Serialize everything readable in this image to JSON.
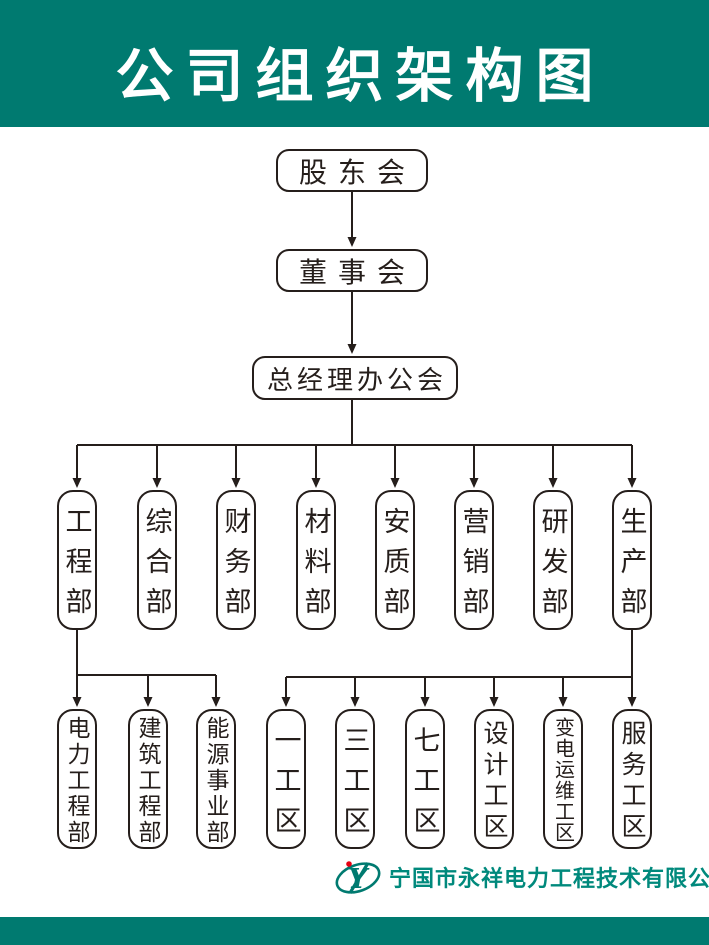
{
  "header": {
    "title": "公司组织架构图",
    "background_color": "#007A70",
    "text_color": "#FFFFFF"
  },
  "chart": {
    "type": "org-chart",
    "root": "股东会",
    "level2": "董事会",
    "level3": "总经理办公会",
    "departments": [
      "工程部",
      "综合部",
      "财务部",
      "材料部",
      "安质部",
      "营销部",
      "研发部",
      "生产部"
    ],
    "engineering_subs": [
      "电力工程部",
      "建筑工程部",
      "能源事业部"
    ],
    "work_areas": [
      "一工区",
      "三工区",
      "七工区",
      "设计工区",
      "变电运维工区",
      "服务工区"
    ],
    "hierarchy": {
      "股东会": {
        "董事会": {
          "总经理办公会": {
            "工程部": [
              "电力工程部",
              "建筑工程部",
              "能源事业部"
            ],
            "综合部": [],
            "财务部": [],
            "材料部": [],
            "安质部": [],
            "营销部": [],
            "研发部": [],
            "生产部": [
              "一工区",
              "三工区",
              "七工区",
              "设计工区",
              "变电运维工区",
              "服务工区"
            ]
          }
        }
      }
    },
    "line_color": "#251E1B",
    "box_border_color": "#251E1B",
    "box_text_color": "#251E1B"
  },
  "footer": {
    "company_name": "宁国市永祥电力工程技术有限公司",
    "logo": "yongxiang-yx-monogram",
    "logo_colors": {
      "ring": "#007A70",
      "monogram": "#007A70",
      "dot": "#E60012"
    },
    "text_color": "#00897C",
    "bottom_bar_color": "#007A70"
  }
}
